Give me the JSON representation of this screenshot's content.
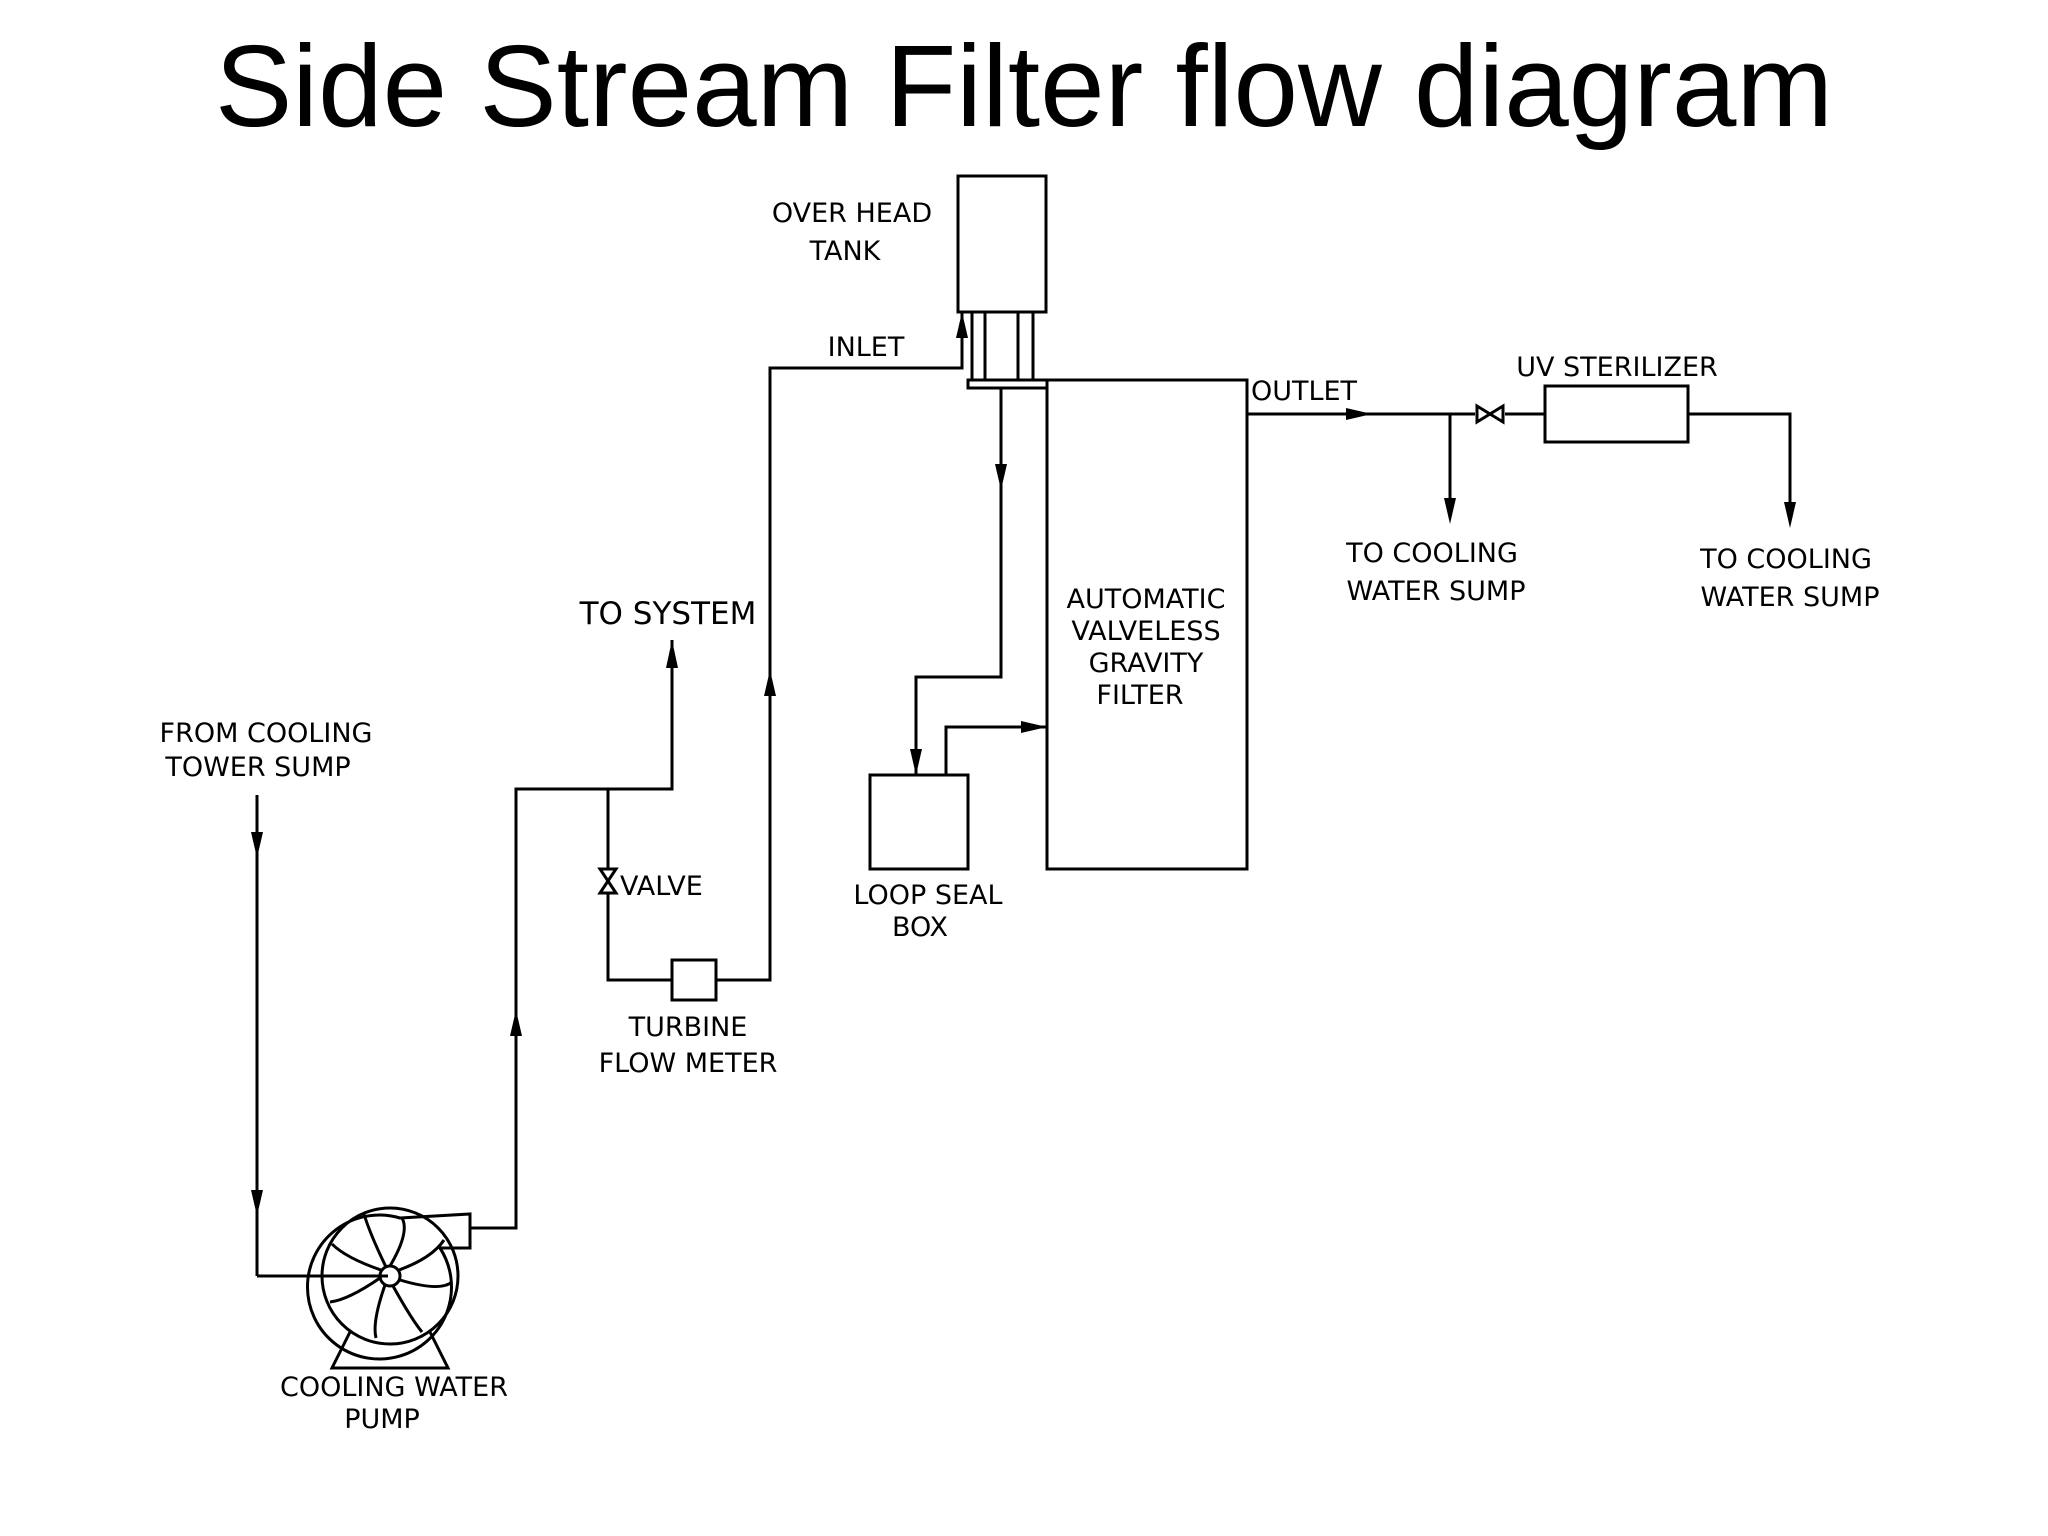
{
  "title": "Side Stream Filter flow diagram",
  "labels": {
    "over_head_tank": [
      "OVER HEAD",
      "TANK"
    ],
    "inlet": "INLET",
    "outlet": "OUTLET",
    "uv_sterilizer": "UV STERILIZER",
    "to_cooling_sump_1": [
      "TO COOLING",
      "WATER SUMP"
    ],
    "to_cooling_sump_2": [
      "TO COOLING",
      "WATER SUMP"
    ],
    "to_system": "TO SYSTEM",
    "filter": [
      "AUTOMATIC",
      "VALVELESS",
      "GRAVITY",
      "FILTER"
    ],
    "from_cooling_tower": [
      "FROM COOLING",
      "TOWER SUMP"
    ],
    "valve": "VALVE",
    "loop_seal_box": [
      "LOOP SEAL",
      "BOX"
    ],
    "turbine_flow_meter": [
      "TURBINE",
      "FLOW METER"
    ],
    "pump": [
      "COOLING WATER",
      "PUMP"
    ]
  }
}
